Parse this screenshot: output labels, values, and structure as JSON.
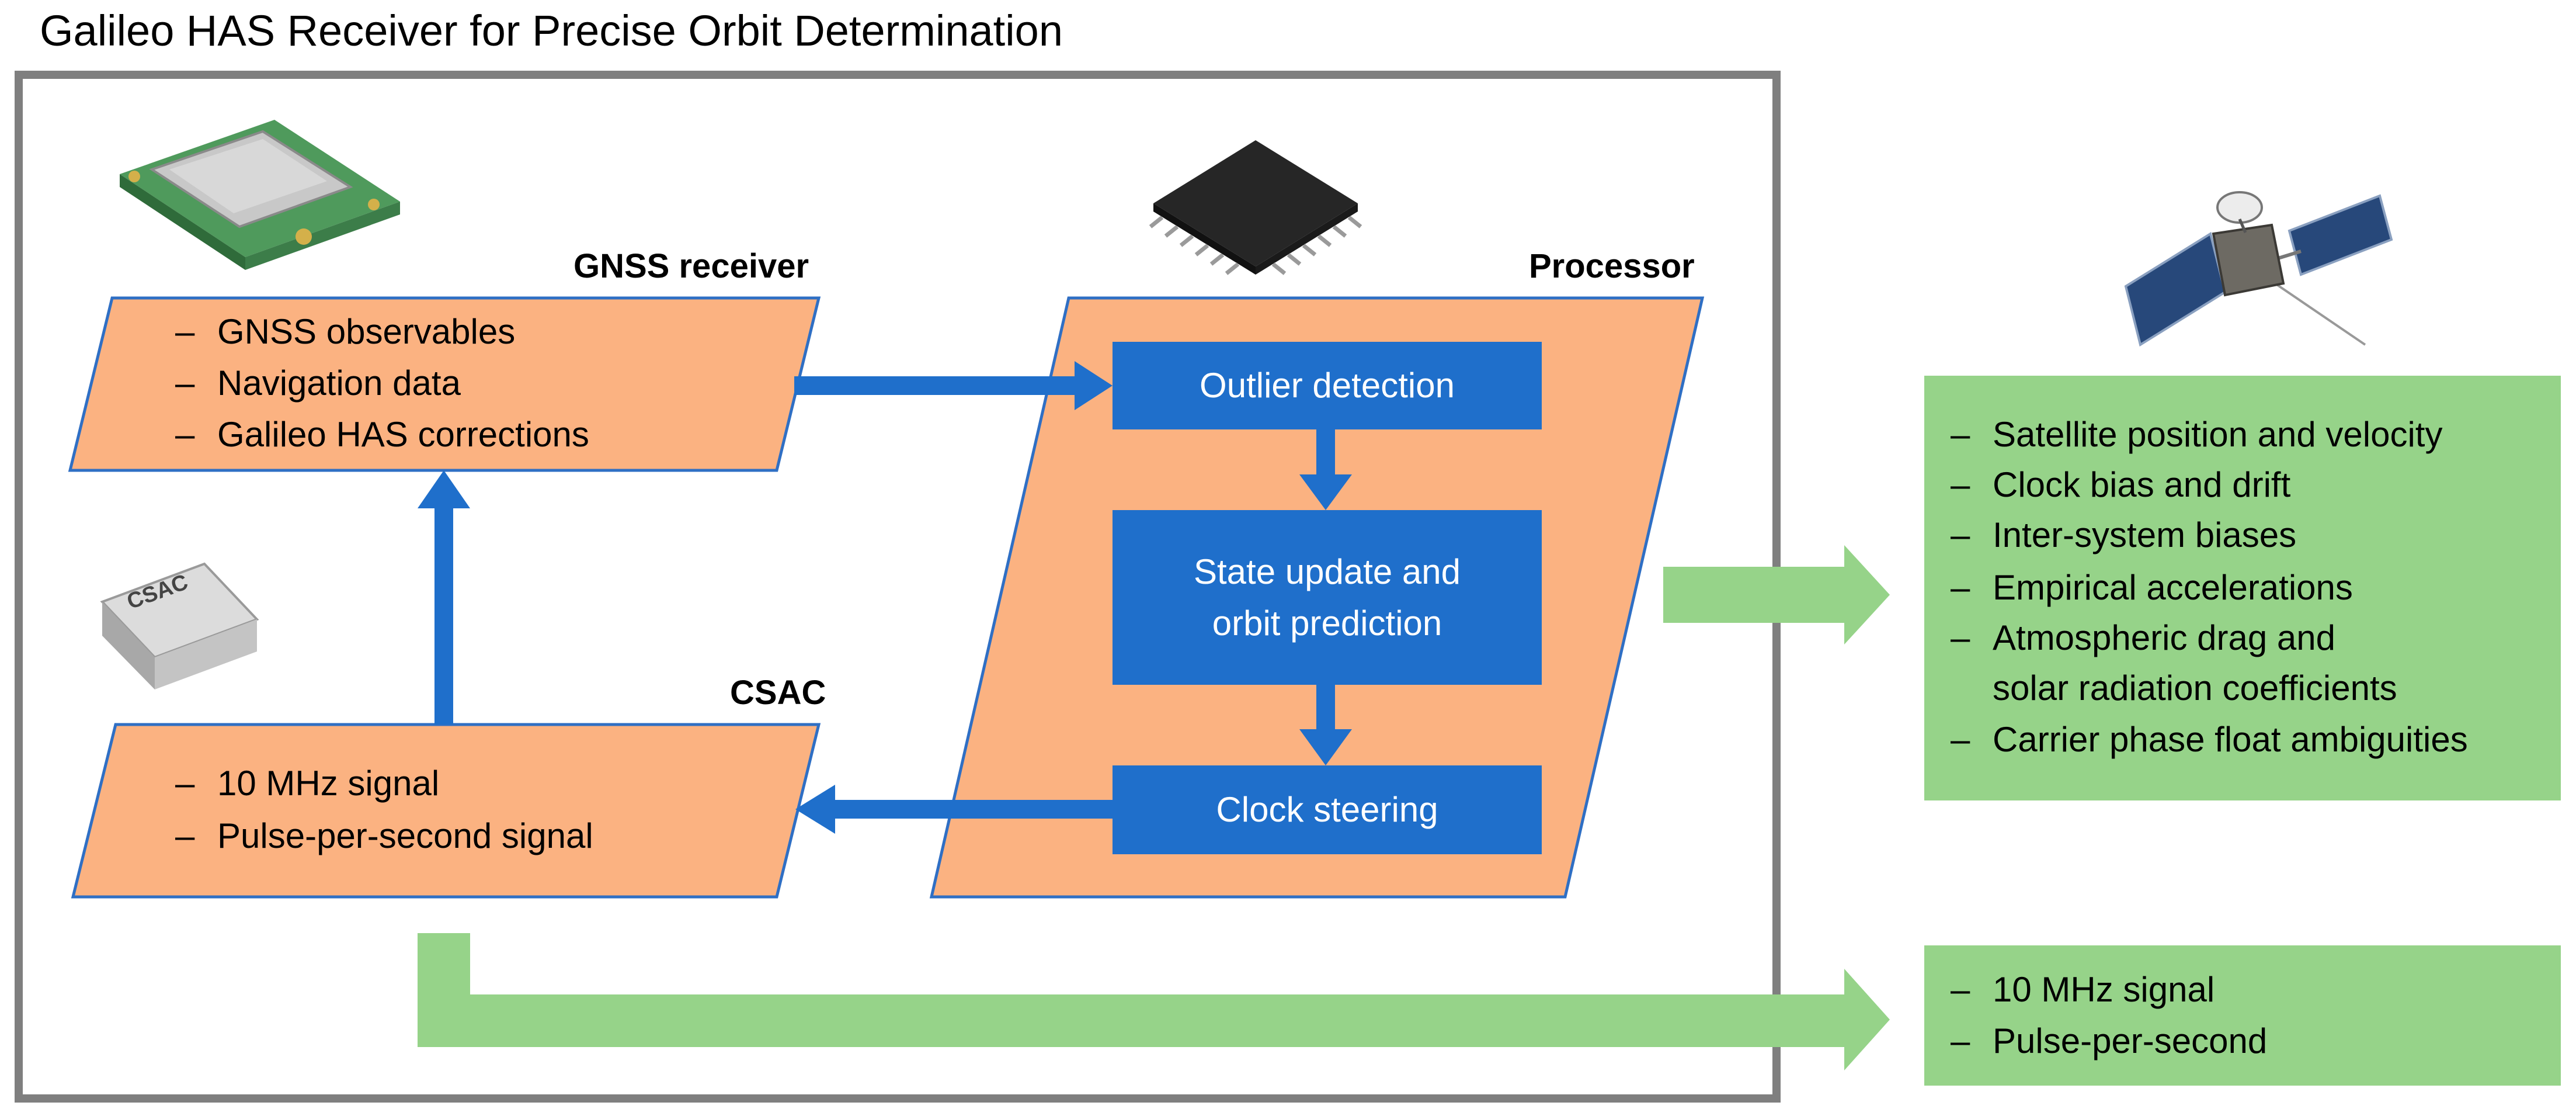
{
  "title": "Galileo HAS Receiver for Precise Orbit Determination",
  "gnss_receiver": {
    "label": "GNSS receiver",
    "items": [
      "GNSS observables",
      "Navigation data",
      "Galileo HAS corrections"
    ]
  },
  "csac": {
    "label": "CSAC",
    "chip_text": "CSAC",
    "items": [
      "10 MHz signal",
      "Pulse-per-second signal"
    ]
  },
  "processor": {
    "label": "Processor",
    "steps": [
      "Outlier detection",
      "State update and orbit prediction",
      "Clock steering"
    ],
    "step2_lines": [
      "State update and",
      "orbit prediction"
    ]
  },
  "outputs": {
    "estimates": [
      "Satellite position and velocity",
      "Clock bias and drift",
      "Inter-system biases",
      "Empirical accelerations",
      "Atmospheric drag and",
      "solar radiation coefficients",
      "Carrier phase float ambiguities"
    ],
    "signals": [
      "10 MHz signal",
      "Pulse-per-second"
    ]
  },
  "colors": {
    "frame": "#7f7f7f",
    "block_fill": "#fbb281",
    "block_border": "#2f6fc4",
    "step_fill": "#1f6fcb",
    "arrow_blue": "#1f6fcb",
    "output_fill": "#96d389",
    "arrow_green": "#96d389"
  },
  "icons": [
    "gnss-receiver-board-icon",
    "processor-chip-icon",
    "csac-module-icon",
    "satellite-icon"
  ]
}
